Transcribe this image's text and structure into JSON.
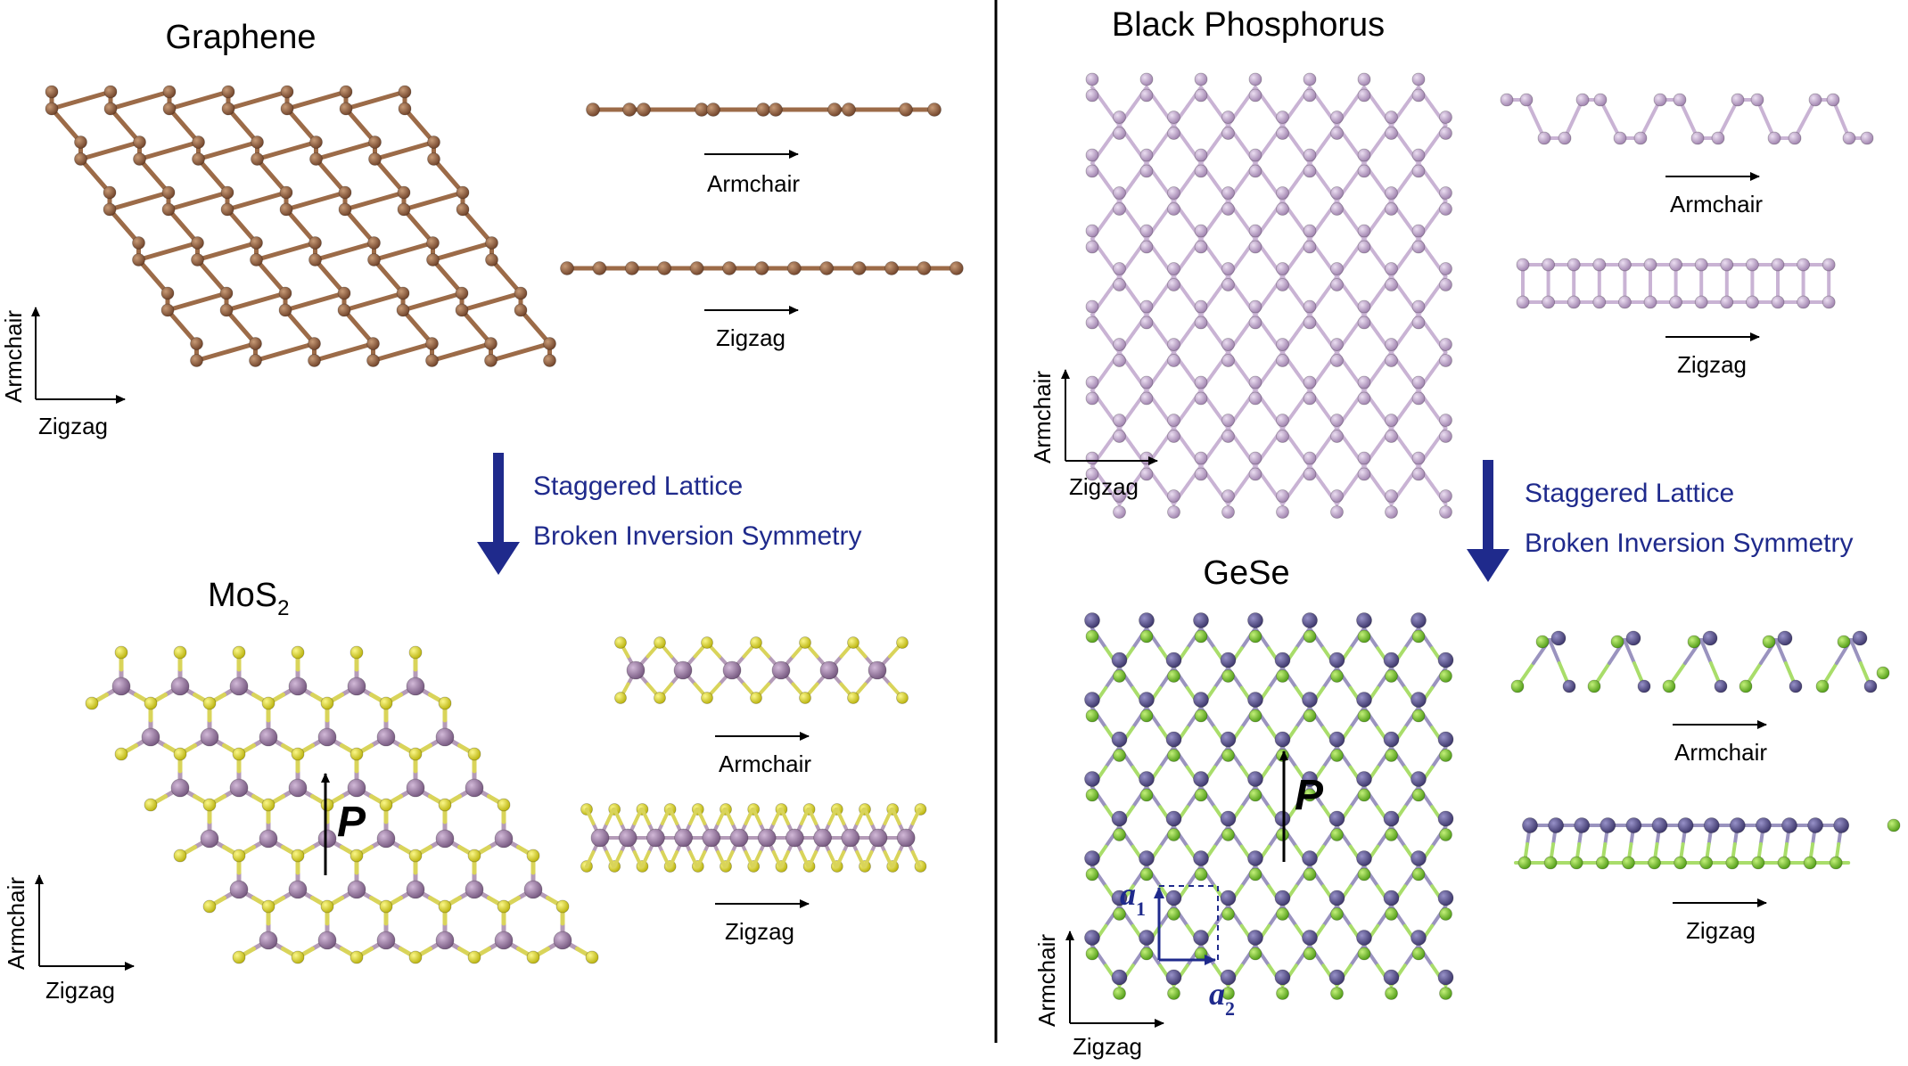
{
  "colors": {
    "carbon": "#8a5a3a",
    "carbon_bond": "#9c6b48",
    "phosphorus": "#b79cc4",
    "phosphorus_bond": "#c9b3d4",
    "molybdenum": "#9a78a2",
    "sulfur": "#e8e020",
    "germanium": "#5b5590",
    "selenium": "#7ccc2e",
    "accent_blue": "#1f2a8c"
  },
  "panels": {
    "graphene": {
      "title": "Graphene"
    },
    "mos2": {
      "title_main": "MoS",
      "title_sub": "2"
    },
    "bp": {
      "title": "Black Phosphorus"
    },
    "gese": {
      "title": "GeSe"
    }
  },
  "labels": {
    "armchair": "Armchair",
    "zigzag": "Zigzag",
    "staggered": "Staggered Lattice",
    "broken": "Broken Inversion Symmetry",
    "polarization": "P",
    "a1_main": "a",
    "a1_sub": "1",
    "a2_main": "a",
    "a2_sub": "2"
  }
}
